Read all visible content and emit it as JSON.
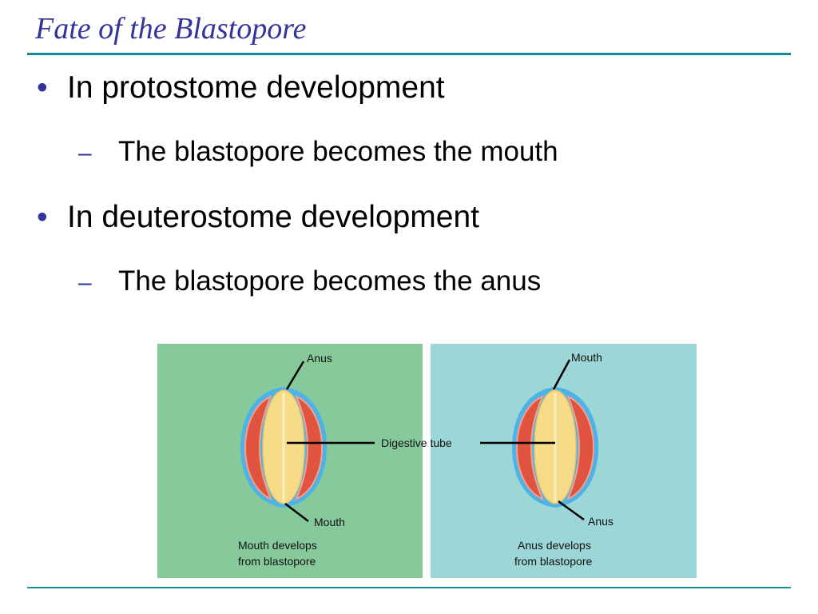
{
  "slide": {
    "title": "Fate of the Blastopore",
    "bullets": [
      {
        "text": "In protostome development",
        "sub": "The blastopore becomes the mouth"
      },
      {
        "text": "In deuterostome development",
        "sub": "The blastopore becomes the anus"
      }
    ],
    "bullet_glyph": "•",
    "sub_glyph": "–"
  },
  "figure": {
    "left_panel": {
      "top_label": "Anus",
      "bottom_label": "Mouth",
      "caption_line1": "Mouth develops",
      "caption_line2": "from blastopore",
      "bg_color": "#86c99a"
    },
    "center_label": "Digestive tube",
    "right_panel": {
      "top_label": "Mouth",
      "bottom_label": "Anus",
      "caption_line1": "Anus develops",
      "caption_line2": "from blastopore",
      "bg_color": "#9dd6d6"
    }
  },
  "colors": {
    "title": "#333399",
    "rule": "#0f8f94",
    "outer_layer": "#4db3e6",
    "muscle": "#e0533f",
    "gut": "#f6dc86"
  }
}
